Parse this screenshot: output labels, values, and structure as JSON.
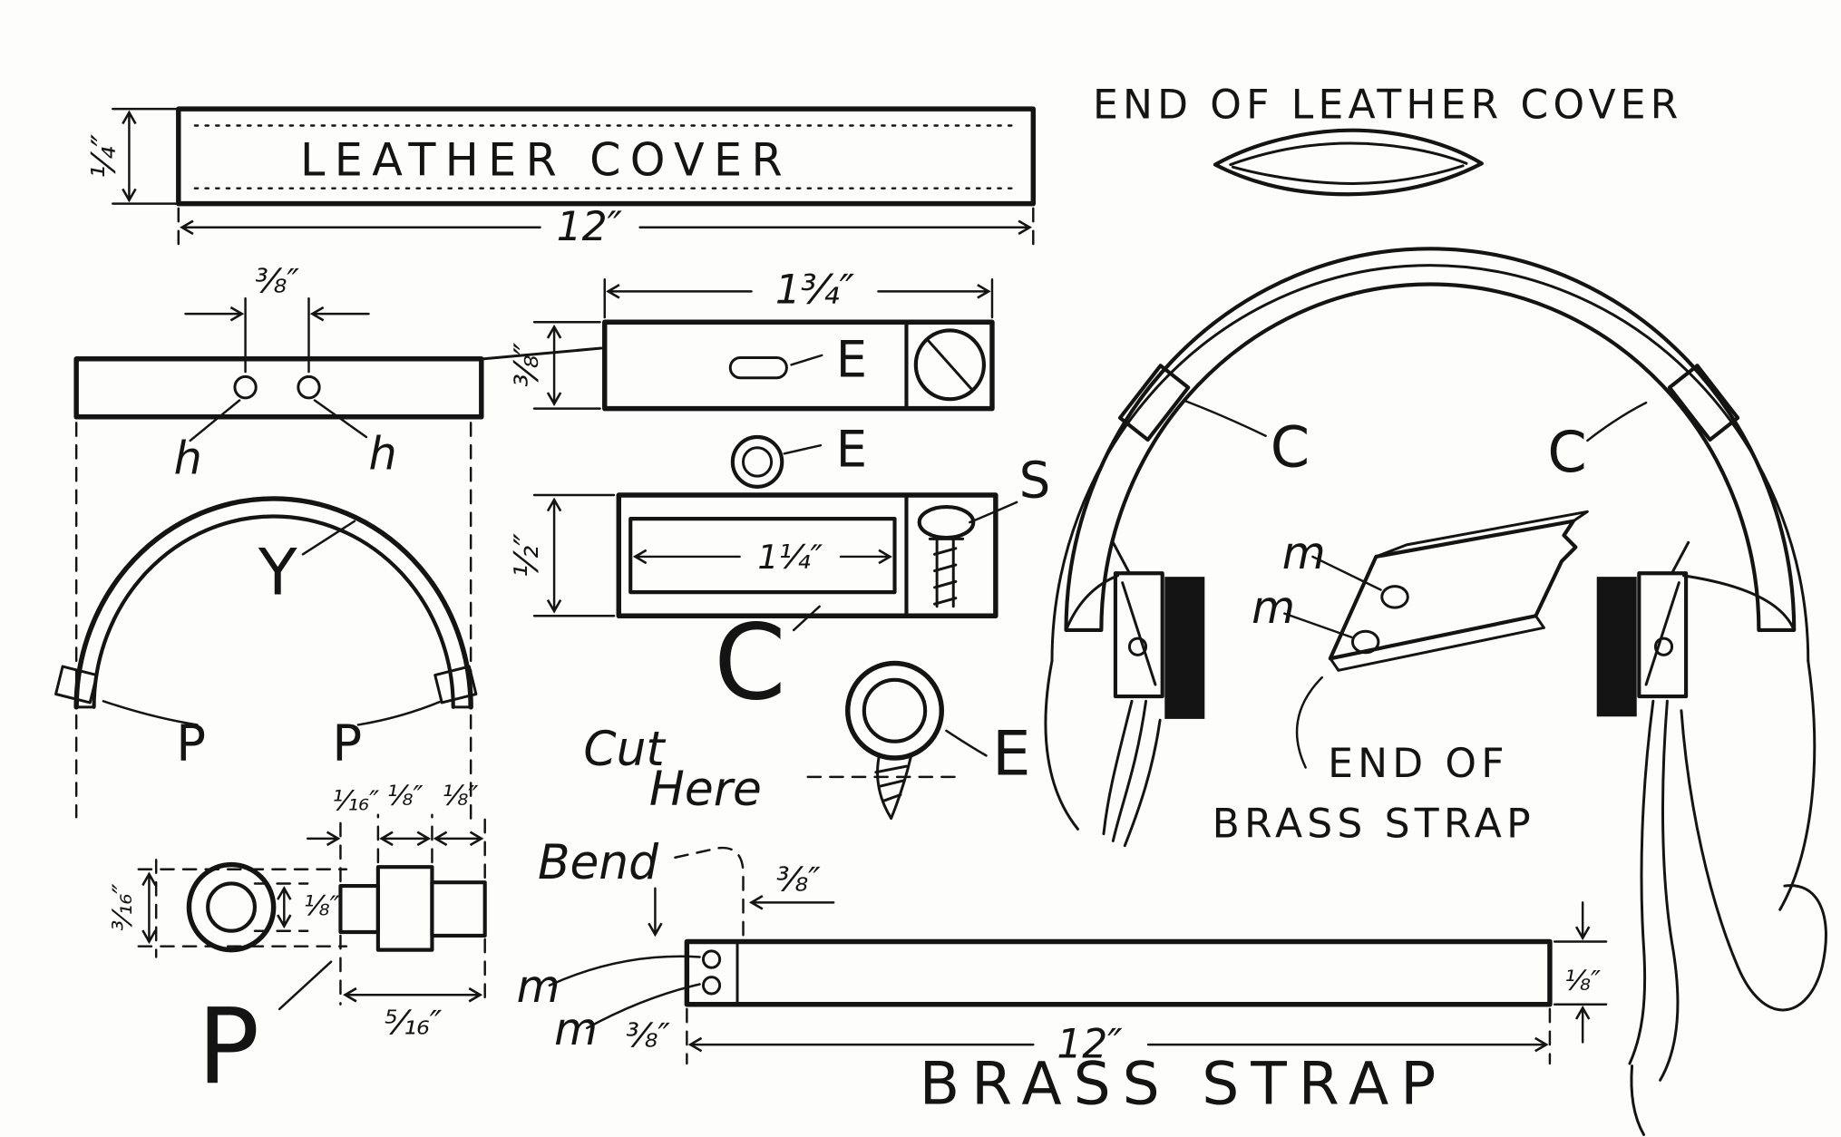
{
  "figure": {
    "labels": {
      "leather_cover": "LEATHER COVER",
      "end_of_leather_cover": "END OF LEATHER COVER",
      "brass_strap_title": "BRASS STRAP",
      "end_of_brass_strap_line1": "END OF",
      "end_of_brass_strap_line2": "BRASS STRAP",
      "cut_line1": "Cut",
      "cut_line2": "Here",
      "bend": "Bend"
    },
    "callouts": {
      "h_left": "h",
      "h_right": "h",
      "y_band": "Y",
      "p_band_left": "P",
      "p_band_right": "P",
      "p_detail": "P",
      "e_slot": "E",
      "e_eyelet": "E",
      "e_screw_eye": "E",
      "s_screw": "S",
      "c_clip": "C",
      "c_band_left": "C",
      "c_band_right": "C",
      "m_plate_top": "m",
      "m_plate_bottom": "m",
      "m_strap_top": "m",
      "m_strap_bottom": "m"
    },
    "dimensions": {
      "leather_cover_length": "12″",
      "leather_cover_width": "¼″",
      "hole_spacing": "³⁄₈″",
      "clip_length": "1¾″",
      "clip_top_width": "³⁄₈″",
      "clip_opening": "1¼″",
      "clip_side_width": "½″",
      "ring_outer": "³⁄₁₆″",
      "ring_inner": "⅛″",
      "stud_neck": "¹⁄₁₆″",
      "stud_flange": "⅛″",
      "stud_tip": "⅛″",
      "stud_length": "⁵⁄₁₆″",
      "bend_offset": "³⁄₈″",
      "strap_width": "³⁄₈″",
      "strap_length": "12″",
      "strap_thickness": "⅛″"
    }
  }
}
